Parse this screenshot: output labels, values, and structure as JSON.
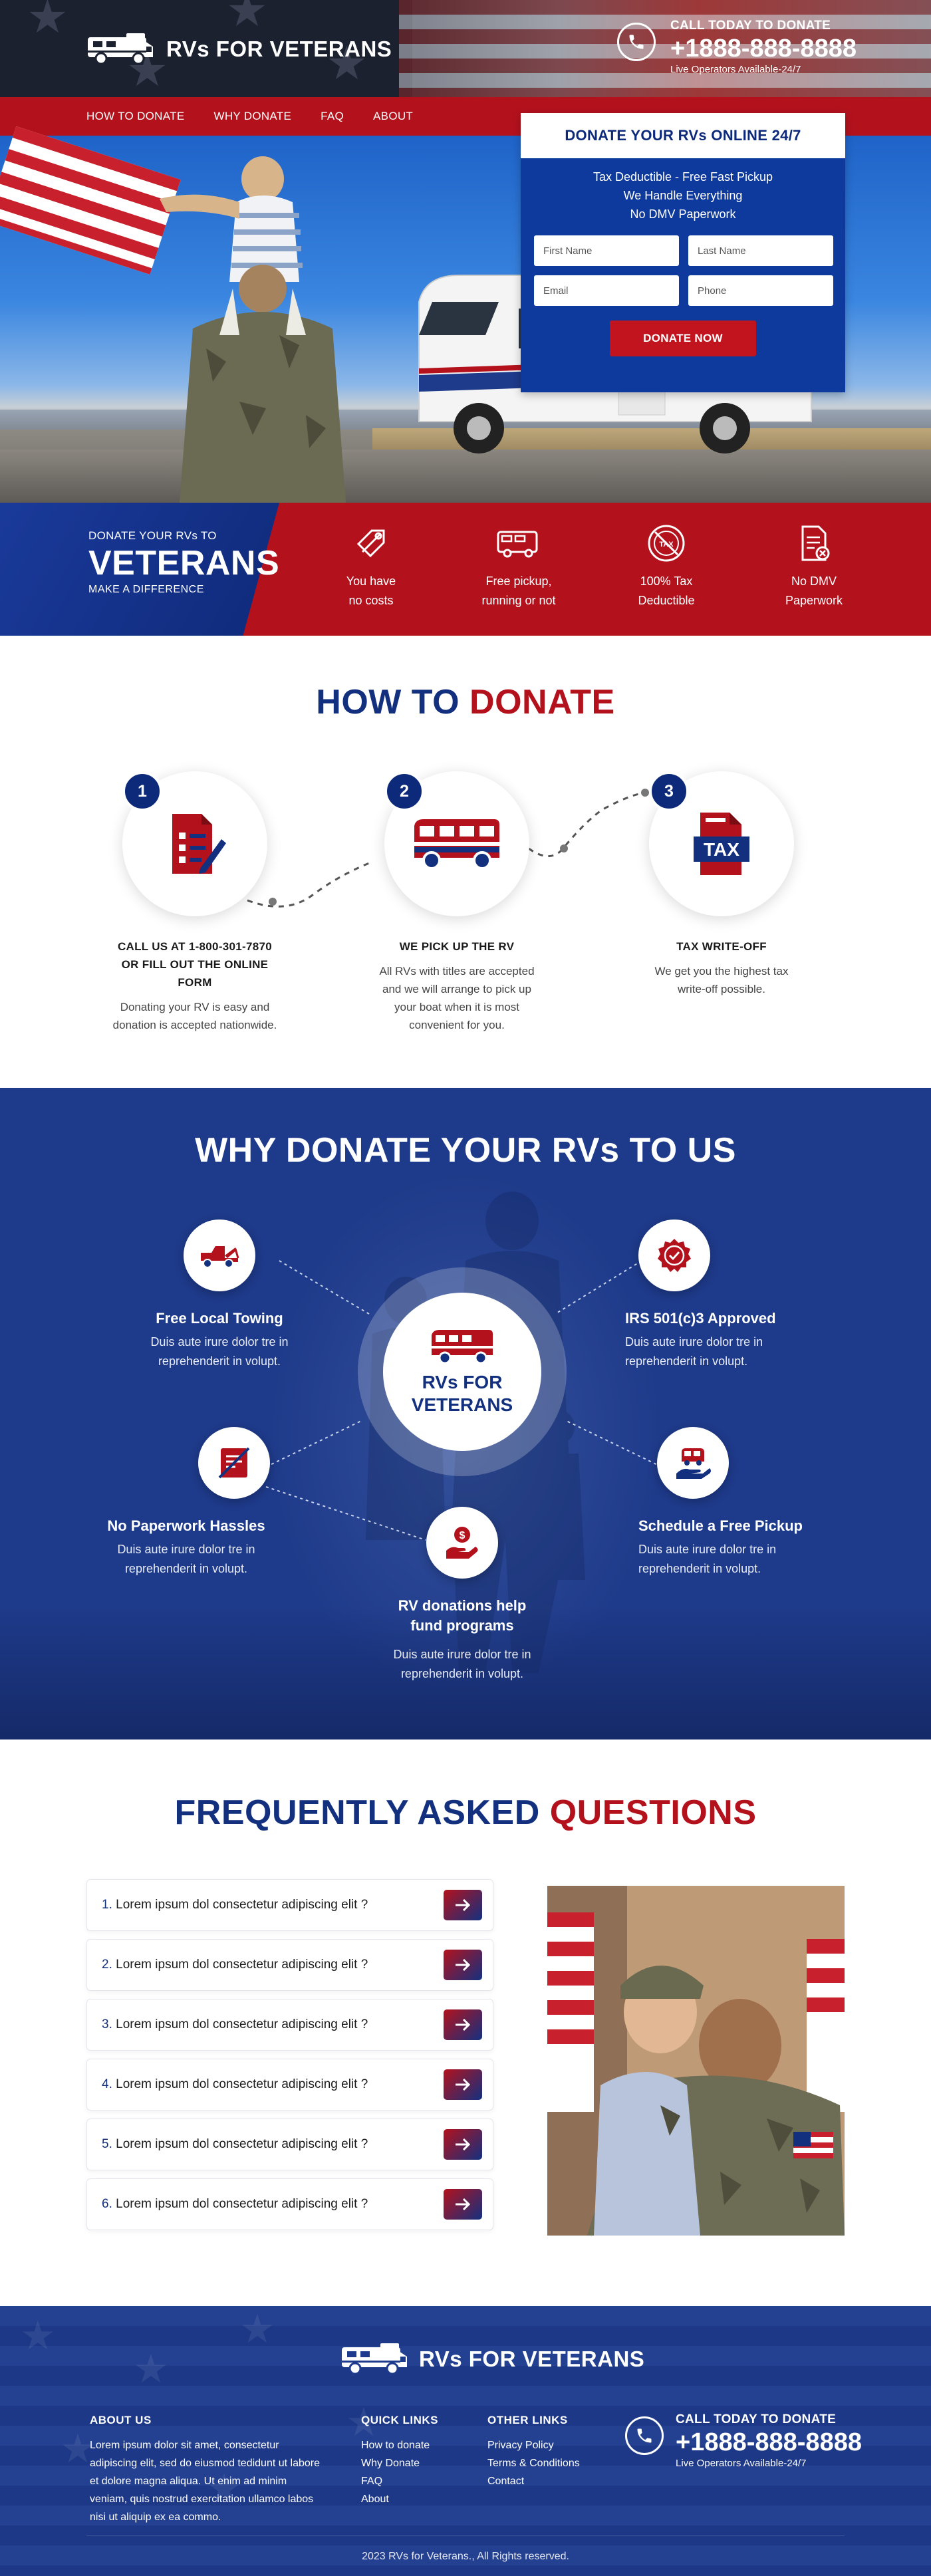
{
  "brand": {
    "name": "RVs FOR VETERANS"
  },
  "header": {
    "call_label": "CALL TODAY TO DONATE",
    "phone": "+1888-888-8888",
    "call_sub": "Live Operators Available-24/7"
  },
  "nav": {
    "items": [
      {
        "label": "HOW TO DONATE"
      },
      {
        "label": "WHY DONATE"
      },
      {
        "label": "FAQ"
      },
      {
        "label": "ABOUT"
      }
    ]
  },
  "donate_form": {
    "title": "DONATE YOUR RVs ONLINE 24/7",
    "lines": [
      "Tax Deductible - Free Fast Pickup",
      "We Handle Everything",
      "No DMV Paperwork"
    ],
    "first_name_placeholder": "First Name",
    "last_name_placeholder": "Last Name",
    "email_placeholder": "Email",
    "phone_placeholder": "Phone",
    "button_label": "DONATE NOW"
  },
  "strip": {
    "line1": "DONATE YOUR RVs TO",
    "line2": "VETERANS",
    "line3": "MAKE A DIFFERENCE",
    "benefits": [
      {
        "line1": "You have",
        "line2": "no costs",
        "icon": "price-tag-icon"
      },
      {
        "line1": "Free pickup,",
        "line2": "running or not",
        "icon": "rv-icon"
      },
      {
        "line1": "100% Tax",
        "line2": "Deductible",
        "icon": "no-tax-icon"
      },
      {
        "line1": "No DMV",
        "line2": "Paperwork",
        "icon": "no-paperwork-icon"
      }
    ]
  },
  "how": {
    "title_a": "HOW TO",
    "title_b": "DONATE",
    "steps": [
      {
        "num": "1",
        "title1": "CALL US AT 1-800-301-7870",
        "title2": "OR FILL OUT THE ONLINE",
        "title3": "FORM",
        "desc1": "Donating your RV is easy and",
        "desc2": "donation is accepted nationwide.",
        "desc3": "",
        "desc4": ""
      },
      {
        "num": "2",
        "title1": "WE PICK UP THE RV",
        "title2": "",
        "title3": "",
        "desc1": "All RVs with titles are accepted",
        "desc2": "and we will arrange to pick up",
        "desc3": "your boat when it is most",
        "desc4": "convenient for you."
      },
      {
        "num": "3",
        "title1": "TAX WRITE-OFF",
        "title2": "",
        "title3": "",
        "desc1": "We get you the highest tax",
        "desc2": "write-off possible.",
        "desc3": "",
        "desc4": ""
      }
    ],
    "tax_icon_text": "TAX"
  },
  "why": {
    "title": "WHY DONATE YOUR RVs TO US",
    "center1": "RVs FOR",
    "center2": "VETERANS",
    "items": [
      {
        "title": "Free Local Towing",
        "desc1": "Duis aute irure dolor tre in",
        "desc2": "reprehenderit in volupt."
      },
      {
        "title": "IRS 501(c)3 Approved",
        "desc1": "Duis aute irure dolor tre in",
        "desc2": "reprehenderit in volupt."
      },
      {
        "title": "No Paperwork Hassles",
        "desc1": "Duis aute irure dolor tre in",
        "desc2": "reprehenderit in volupt."
      },
      {
        "title": "Schedule a Free Pickup",
        "desc1": "Duis aute irure dolor tre in",
        "desc2": "reprehenderit in volupt."
      },
      {
        "title1": "RV donations help",
        "title2": "fund programs",
        "desc1": "Duis aute irure dolor tre in",
        "desc2": "reprehenderit in volupt."
      }
    ]
  },
  "faq": {
    "title_a": "FREQUENTLY ASKED",
    "title_b": "QUESTIONS",
    "items": [
      {
        "num": "1.",
        "q": "Lorem ipsum dol consectetur adipiscing elit ?"
      },
      {
        "num": "2.",
        "q": "Lorem ipsum dol consectetur adipiscing elit ?"
      },
      {
        "num": "3.",
        "q": "Lorem ipsum dol consectetur adipiscing elit ?"
      },
      {
        "num": "4.",
        "q": "Lorem ipsum dol consectetur adipiscing elit ?"
      },
      {
        "num": "5.",
        "q": "Lorem ipsum dol consectetur adipiscing elit ?"
      },
      {
        "num": "6.",
        "q": "Lorem ipsum dol consectetur adipiscing elit ?"
      }
    ]
  },
  "footer": {
    "about_head": "ABOUT US",
    "about_text": "Lorem ipsum dolor sit amet, consectetur adipiscing elit, sed do eiusmod tedidunt ut labore et dolore magna aliqua. Ut enim ad minim veniam, quis nostrud exercitation ullamco labos nisi ut aliquip ex ea commo.",
    "quick_head": "QUICK LINKS",
    "quick_links": [
      "How to donate",
      "Why Donate",
      "FAQ",
      "About"
    ],
    "other_head": "OTHER LINKS",
    "other_links": [
      "Privacy Policy",
      "Terms & Conditions",
      "Contact"
    ],
    "call_label": "CALL TODAY TO DONATE",
    "phone": "+1888-888-8888",
    "call_sub": "Live Operators Available-24/7",
    "copyright": "2023 RVs for Veterans., All Rights reserved."
  },
  "colors": {
    "navy": "#13307f",
    "red": "#b3121d",
    "blue_bg": "#1e3a8a"
  }
}
